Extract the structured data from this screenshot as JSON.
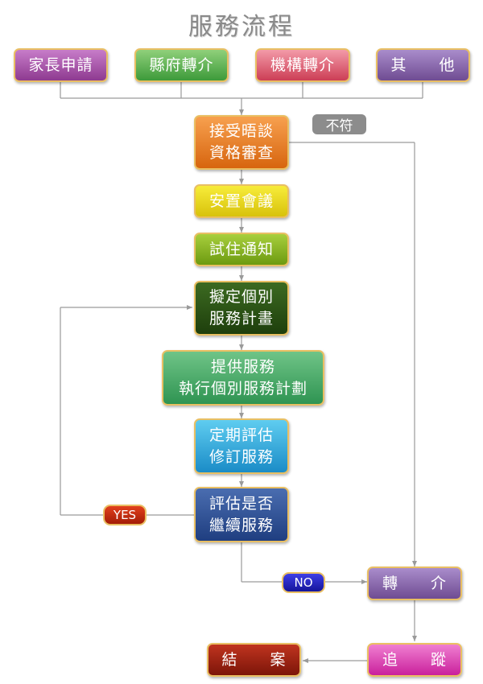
{
  "title": "服務流程",
  "sources": [
    {
      "label": "家長申請",
      "color": "#a04aa3"
    },
    {
      "label": "縣府轉介",
      "color": "#53a94a"
    },
    {
      "label": "機構轉介",
      "color": "#e05a6d"
    },
    {
      "label": "其　　他",
      "color": "#7f5ca3"
    }
  ],
  "steps": {
    "intake": "接受晤談\n資格審查",
    "placement_meeting": "安置會議",
    "trial_notice": "試住通知",
    "plan": "擬定個別\n服務計畫",
    "service": "提供服務\n執行個別服務計劃",
    "review": "定期評估\n修訂服務",
    "decision": "評估是否\n繼續服務",
    "referral": "轉　　介",
    "follow_up": "追　　蹤",
    "close": "結　　案"
  },
  "tags": {
    "not_eligible": "不符",
    "yes": "YES",
    "no": "NO"
  }
}
